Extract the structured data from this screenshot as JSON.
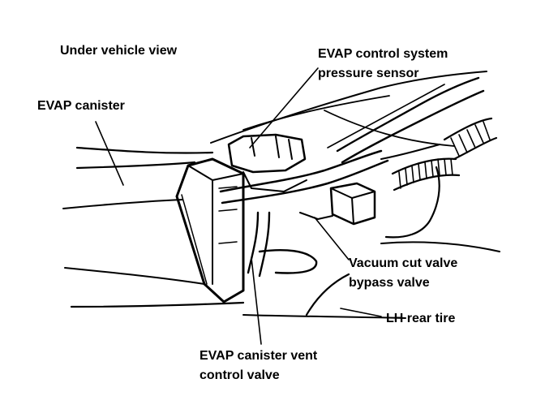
{
  "labels": {
    "view": "Under vehicle view",
    "pressure_sensor_line1": "EVAP control system",
    "pressure_sensor_line2": "pressure sensor",
    "canister": "EVAP canister",
    "vacuum_cut_line1": "Vacuum cut valve",
    "vacuum_cut_line2": "bypass valve",
    "rear_tire": "LH rear tire",
    "vent_valve_line1": "EVAP canister vent",
    "vent_valve_line2": "control valve"
  },
  "colors": {
    "ink": "#000000",
    "paper": "#ffffff"
  }
}
